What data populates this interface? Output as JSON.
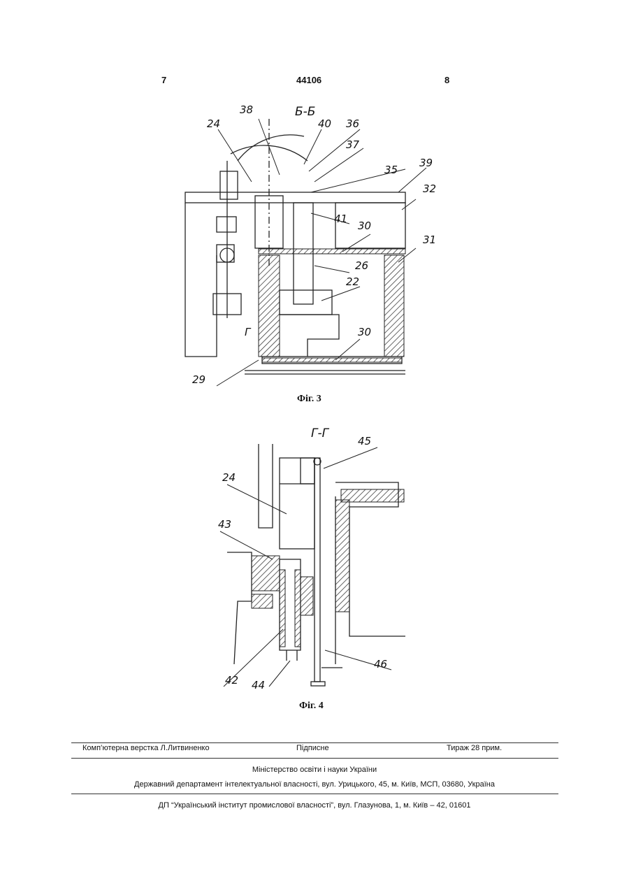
{
  "header": {
    "page_left": "7",
    "doc_number": "44106",
    "page_right": "8"
  },
  "figure3": {
    "section_label": "Б-Б",
    "caption": "Фіг. 3",
    "labels": [
      "38",
      "24",
      "40",
      "36",
      "37",
      "35",
      "39",
      "32",
      "41",
      "30",
      "31",
      "26",
      "22",
      "30",
      "29",
      "Г"
    ]
  },
  "figure4": {
    "section_label": "Г-Г",
    "caption": "Фіг. 4",
    "labels": [
      "45",
      "24",
      "43",
      "42",
      "44",
      "46"
    ]
  },
  "footer": {
    "layout_credit": "Комп’ютерна верстка Л.Литвиненко",
    "signed": "Підписне",
    "circulation": "Тираж 28 прим.",
    "ministry": "Міністерство освіти і науки України",
    "department": "Державний департамент інтелектуальної власності, вул. Урицького, 45, м. Київ, МСП, 03680, Україна",
    "institute": "ДП “Український інститут промислової власності”, вул. Глазунова, 1, м. Київ – 42, 01601"
  }
}
